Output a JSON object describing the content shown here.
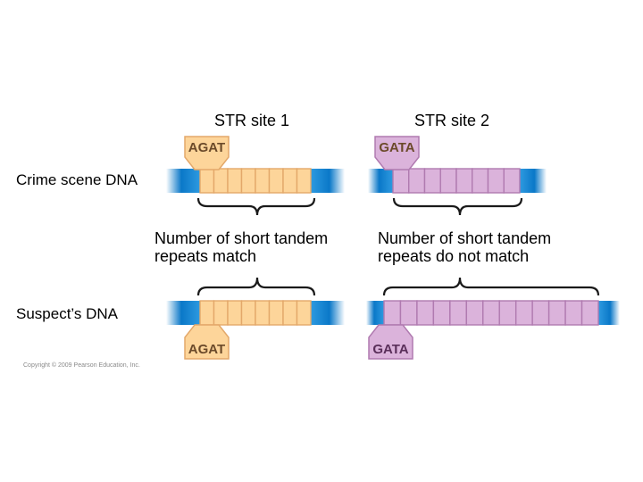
{
  "sites": {
    "site1_label": "STR site 1",
    "site2_label": "STR site 2"
  },
  "rows": {
    "crime_label": "Crime scene DNA",
    "suspect_label": "Suspect’s DNA"
  },
  "repeats": {
    "site1_motif": "AGAT",
    "site2_motif": "GATA",
    "crime_site1_count": 8,
    "crime_site2_count": 8,
    "suspect_site1_count": 8,
    "suspect_site2_count": 13
  },
  "captions": {
    "match_line1": "Number of short tandem",
    "match_line2": "repeats match",
    "nomatch_line1": "Number of short tandem",
    "nomatch_line2": "repeats do not match"
  },
  "copyright": "Copyright © 2009 Pearson Education, Inc.",
  "colors": {
    "flank_blue": "#1a86cf",
    "orange_fill": "#fdd59a",
    "orange_stroke": "#e3a86a",
    "purple_fill": "#dbb3db",
    "purple_stroke": "#b07ab0",
    "brace": "#1a1a1a"
  }
}
